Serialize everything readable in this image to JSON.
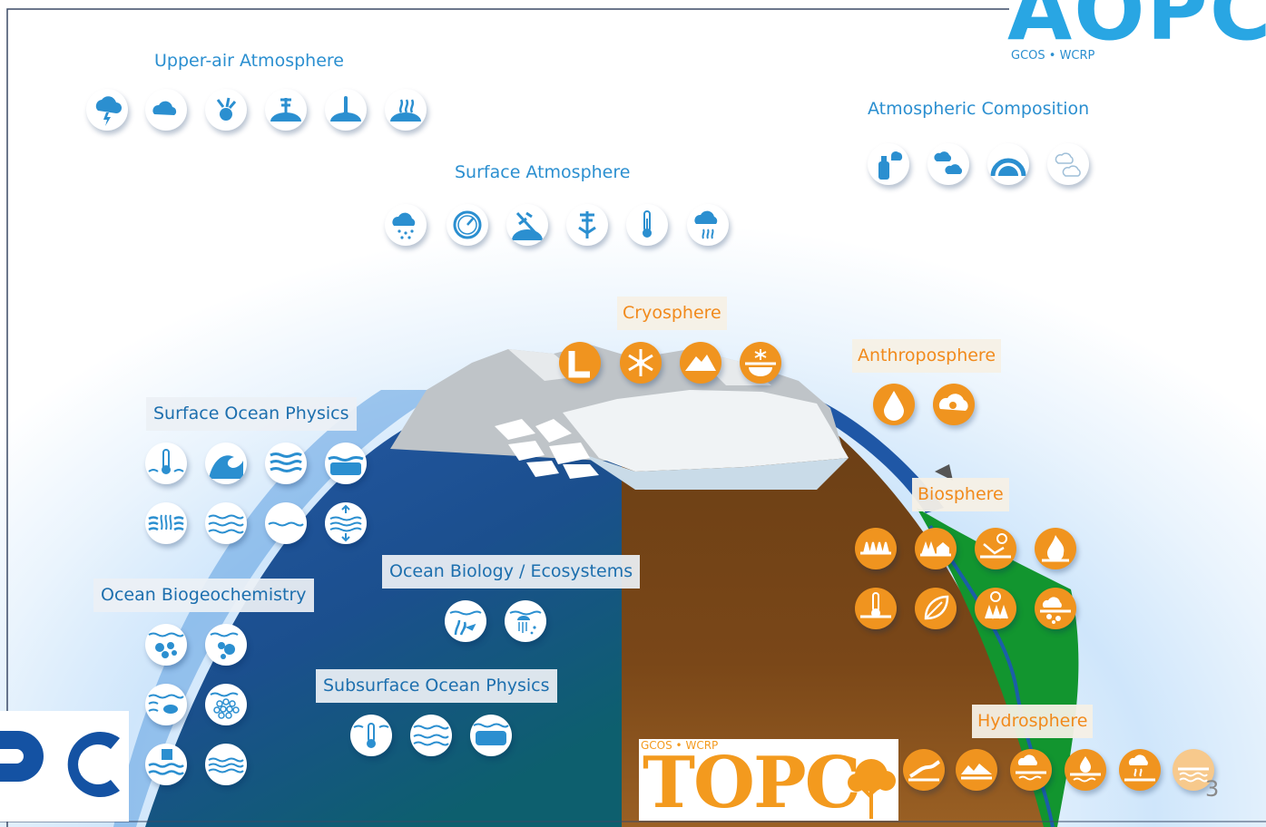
{
  "colors": {
    "atmosphere_label": "#2b8fd0",
    "ocean_label": "#1d6fae",
    "land_label": "#f18a1c",
    "ocean_icon": "#2b8fd0",
    "land_icon": "#f0941f",
    "aopc_logo": "#29a6e3",
    "topc_logo": "#f39a1e"
  },
  "logos": {
    "aopc": {
      "word": "AOPC",
      "sub": "GCOS • WCRP"
    },
    "topc": {
      "word": "TOPC",
      "sub": "GCOS • WCRP"
    },
    "ocean_partial": "PC"
  },
  "groups": {
    "upper_air": {
      "label": "Upper-air Atmosphere",
      "icons": [
        "lightning-cloud-icon",
        "cloud-icon",
        "wind-vane-icon",
        "upper-wind-icon",
        "upper-temperature-icon",
        "upper-water-vapour-icon"
      ]
    },
    "surface_atmosphere": {
      "label": "Surface Atmosphere",
      "icons": [
        "precipitation-icon",
        "pressure-gauge-icon",
        "surface-wind-icon",
        "wind-speed-icon",
        "thermometer-icon",
        "water-vapour-icon"
      ]
    },
    "atmospheric_composition": {
      "label": "Atmospheric Composition",
      "icons": [
        "aerosol-spray-icon",
        "greenhouse-gases-icon",
        "ozone-layer-icon",
        "precursors-icon"
      ]
    },
    "cryosphere": {
      "label": "Cryosphere",
      "icons": [
        "glacier-icon",
        "snow-icon",
        "ice-sheet-icon",
        "permafrost-icon"
      ]
    },
    "anthroposphere": {
      "label": "Anthroposphere",
      "icons": [
        "water-use-icon",
        "ghg-fluxes-icon"
      ]
    },
    "surface_ocean_physics": {
      "label": "Surface Ocean Physics",
      "icons": [
        "sea-surface-temperature-icon",
        "sea-state-icon",
        "sea-surface-currents-icon",
        "sea-ice-icon",
        "ocean-surface-heat-flux-icon",
        "sea-surface-salinity-icon",
        "sea-level-icon",
        "surface-stress-icon"
      ]
    },
    "ocean_biology": {
      "label": "Ocean Biology / Ecosystems",
      "icons": [
        "marine-habitat-icon",
        "plankton-icon"
      ]
    },
    "ocean_biogeochemistry": {
      "label": "Ocean Biogeochemistry",
      "icons": [
        "inorganic-carbon-icon",
        "oxygen-icon",
        "nutrients-icon",
        "ocean-colour-icon",
        "transient-tracers-icon",
        "nitrous-oxide-icon"
      ]
    },
    "subsurface_ocean_physics": {
      "label": "Subsurface Ocean Physics",
      "icons": [
        "subsurface-temperature-icon",
        "subsurface-currents-icon",
        "subsurface-salinity-icon"
      ]
    },
    "biosphere": {
      "label": "Biosphere",
      "icons": [
        "above-ground-biomass-icon",
        "land-cover-icon",
        "albedo-icon",
        "fire-icon",
        "land-surface-temperature-icon",
        "leaf-area-index-icon",
        "fapar-icon",
        "soil-carbon-icon"
      ]
    },
    "hydrosphere": {
      "label": "Hydrosphere",
      "icons": [
        "river-discharge-icon",
        "lakes-icon",
        "soil-moisture-icon",
        "groundwater-icon",
        "evaporation-icon",
        "terrestrial-water-storage-icon"
      ]
    }
  },
  "page_number": "3"
}
